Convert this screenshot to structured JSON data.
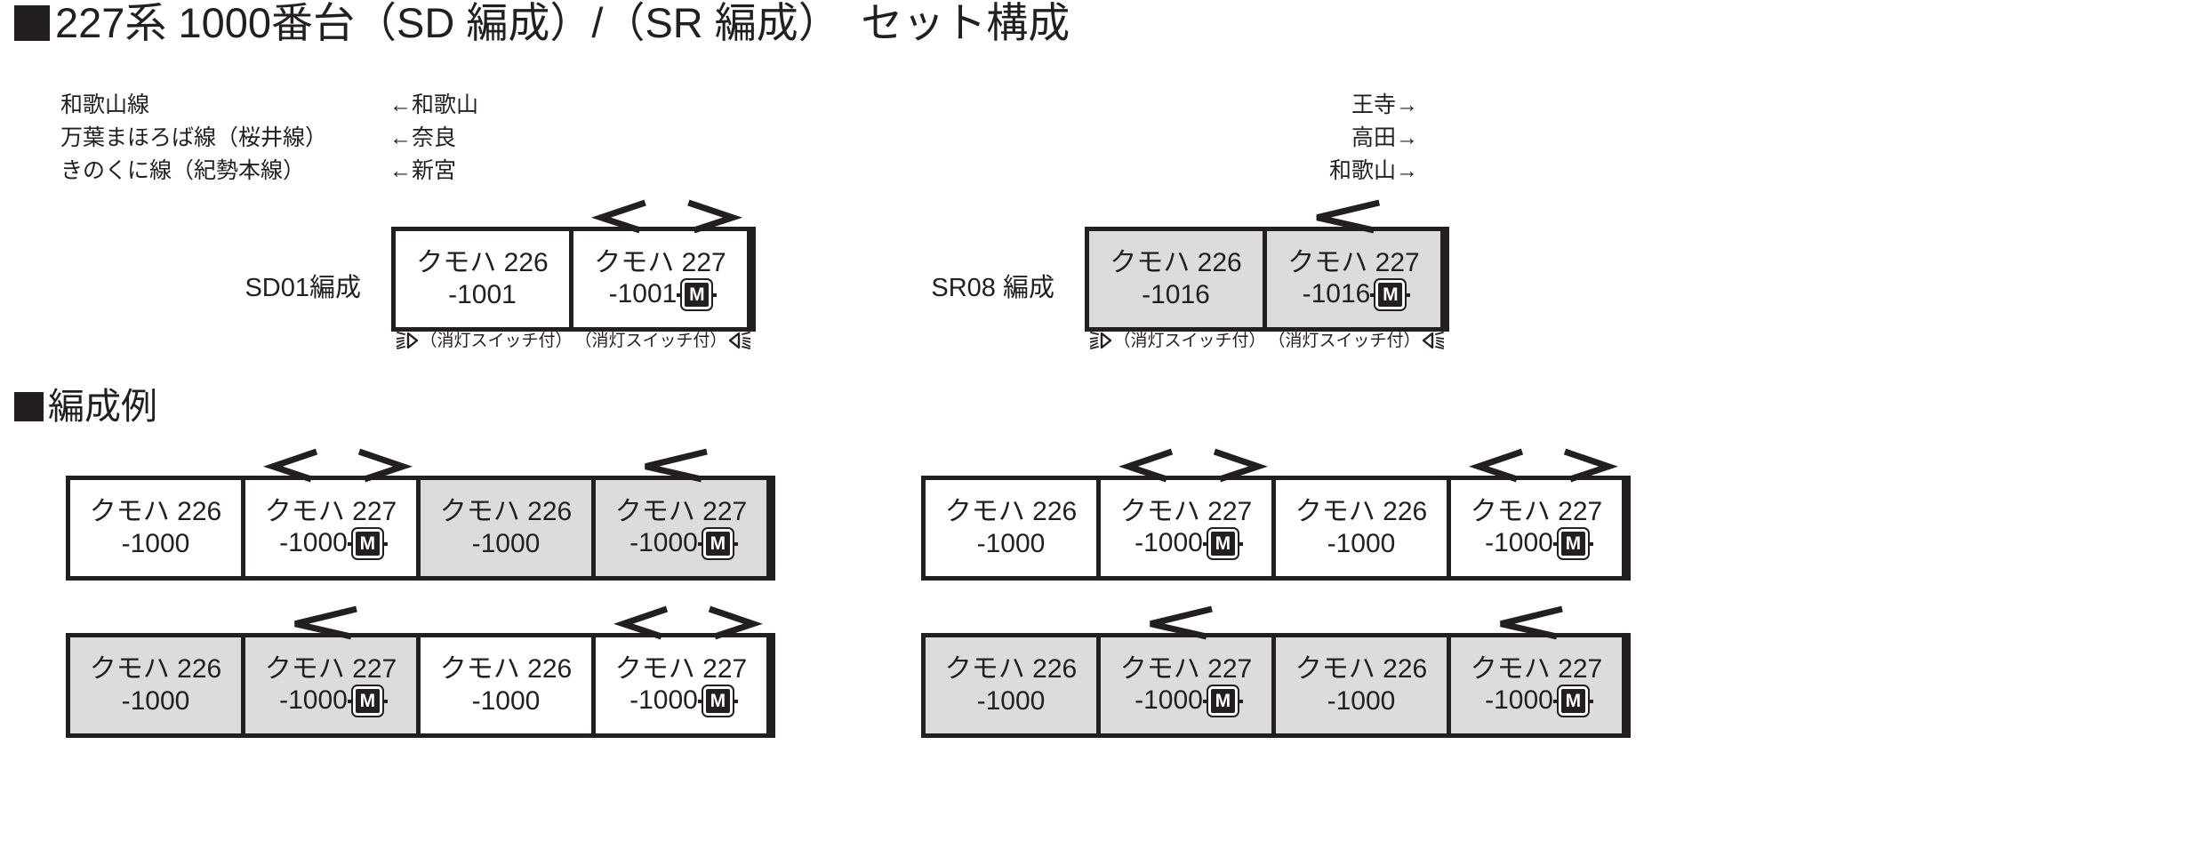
{
  "title": "227系 1000番台（SD 編成）/（SR 編成）　セット構成",
  "section_heading": "編成例",
  "lines": [
    {
      "name": "和歌山線",
      "dest_left": "←和歌山",
      "dest_right": "王寺→"
    },
    {
      "name": "万葉まほろば線（桜井線）",
      "dest_left": "←奈良",
      "dest_right": "高田→"
    },
    {
      "name": "きのくに線（紀勢本線）",
      "dest_left": "←新宮",
      "dest_right": "和歌山→"
    }
  ],
  "light_note": "（消灯スイッチ付）",
  "motor_badge": "M",
  "sets": [
    {
      "label": "SD01編成",
      "cars": [
        {
          "name": "クモハ 226",
          "number": "-1001",
          "motor": false,
          "gray": false
        },
        {
          "name": "クモハ 227",
          "number": "-1001",
          "motor": true,
          "gray": false
        }
      ]
    },
    {
      "label": "SR08 編成",
      "cars": [
        {
          "name": "クモハ 226",
          "number": "-1016",
          "motor": false,
          "gray": true
        },
        {
          "name": "クモハ 227",
          "number": "-1016",
          "motor": true,
          "gray": true
        }
      ]
    }
  ],
  "examples": [
    {
      "id": "example-1",
      "cars": [
        {
          "name": "クモハ 226",
          "number": "-1000",
          "motor": false,
          "gray": false
        },
        {
          "name": "クモハ 227",
          "number": "-1000",
          "motor": true,
          "gray": false
        },
        {
          "name": "クモハ 226",
          "number": "-1000",
          "motor": false,
          "gray": true
        },
        {
          "name": "クモハ 227",
          "number": "-1000",
          "motor": true,
          "gray": true
        }
      ]
    },
    {
      "id": "example-2",
      "cars": [
        {
          "name": "クモハ 226",
          "number": "-1000",
          "motor": false,
          "gray": false
        },
        {
          "name": "クモハ 227",
          "number": "-1000",
          "motor": true,
          "gray": false
        },
        {
          "name": "クモハ 226",
          "number": "-1000",
          "motor": false,
          "gray": false
        },
        {
          "name": "クモハ 227",
          "number": "-1000",
          "motor": true,
          "gray": false
        }
      ]
    },
    {
      "id": "example-3",
      "cars": [
        {
          "name": "クモハ 226",
          "number": "-1000",
          "motor": false,
          "gray": true
        },
        {
          "name": "クモハ 227",
          "number": "-1000",
          "motor": true,
          "gray": true
        },
        {
          "name": "クモハ 226",
          "number": "-1000",
          "motor": false,
          "gray": false
        },
        {
          "name": "クモハ 227",
          "number": "-1000",
          "motor": true,
          "gray": false
        }
      ]
    },
    {
      "id": "example-4",
      "cars": [
        {
          "name": "クモハ 226",
          "number": "-1000",
          "motor": false,
          "gray": true
        },
        {
          "name": "クモハ 227",
          "number": "-1000",
          "motor": true,
          "gray": true
        },
        {
          "name": "クモハ 226",
          "number": "-1000",
          "motor": false,
          "gray": true
        },
        {
          "name": "クモハ 227",
          "number": "-1000",
          "motor": true,
          "gray": true
        }
      ]
    }
  ],
  "colors": {
    "ink": "#231f1e",
    "car_gray": "#dcdcdc",
    "paper": "#ffffff"
  }
}
